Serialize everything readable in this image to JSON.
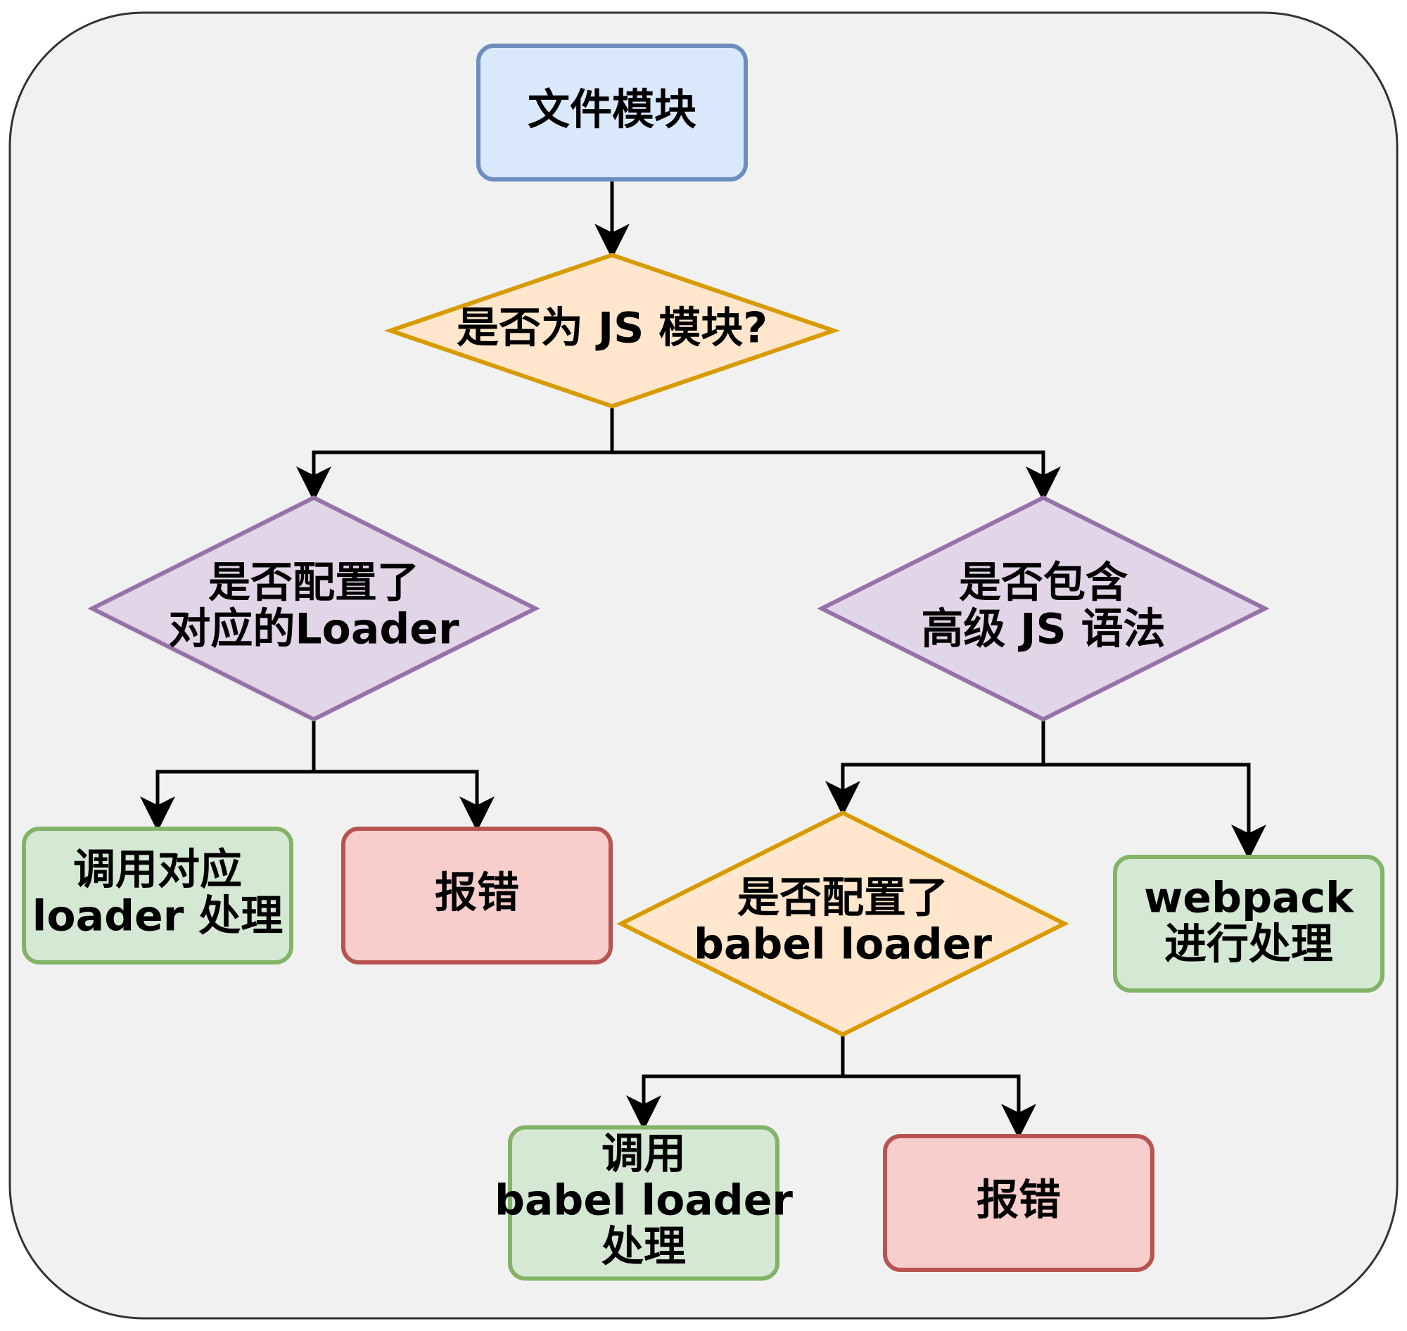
{
  "colors": {
    "canvas_fill": "#f1f1f1",
    "canvas_stroke": "#333333",
    "blue_fill": "#dae8fc",
    "blue_stroke": "#6c8ebf",
    "orange_fill": "#ffe6cc",
    "orange_stroke": "#d79b00",
    "purple_fill": "#e1d5e7",
    "purple_stroke": "#9673a6",
    "green_fill": "#d5e8d4",
    "green_stroke": "#82b366",
    "red_fill": "#f8cecc",
    "red_stroke": "#b85450",
    "edge": "#000000"
  },
  "nodes": {
    "file_module": {
      "lines": [
        "文件模块"
      ],
      "style": "blue",
      "shape": "rounded-rect"
    },
    "is_js_module": {
      "lines": [
        "是否为 JS 模块?"
      ],
      "style": "orange",
      "shape": "diamond"
    },
    "has_loader": {
      "lines": [
        "是否配置了",
        "对应的Loader"
      ],
      "style": "purple",
      "shape": "diamond"
    },
    "has_advanced_js": {
      "lines": [
        "是否包含",
        "高级 JS 语法"
      ],
      "style": "purple",
      "shape": "diamond"
    },
    "call_loader": {
      "lines": [
        "调用对应",
        "loader 处理"
      ],
      "style": "green",
      "shape": "rounded-rect"
    },
    "error_1": {
      "lines": [
        "报错"
      ],
      "style": "red",
      "shape": "rounded-rect"
    },
    "has_babel_loader": {
      "lines": [
        "是否配置了",
        "babel loader"
      ],
      "style": "orange",
      "shape": "diamond"
    },
    "webpack_process": {
      "lines": [
        "webpack",
        "进行处理"
      ],
      "style": "green",
      "shape": "rounded-rect"
    },
    "call_babel_loader": {
      "lines": [
        "调用",
        "babel loader",
        "处理"
      ],
      "style": "green",
      "shape": "rounded-rect"
    },
    "error_2": {
      "lines": [
        "报错"
      ],
      "style": "red",
      "shape": "rounded-rect"
    }
  },
  "edges": [
    {
      "from": "file_module",
      "to": "is_js_module"
    },
    {
      "from": "is_js_module",
      "to": "has_loader"
    },
    {
      "from": "is_js_module",
      "to": "has_advanced_js"
    },
    {
      "from": "has_loader",
      "to": "call_loader"
    },
    {
      "from": "has_loader",
      "to": "error_1"
    },
    {
      "from": "has_advanced_js",
      "to": "has_babel_loader"
    },
    {
      "from": "has_advanced_js",
      "to": "webpack_process"
    },
    {
      "from": "has_babel_loader",
      "to": "call_babel_loader"
    },
    {
      "from": "has_babel_loader",
      "to": "error_2"
    }
  ]
}
